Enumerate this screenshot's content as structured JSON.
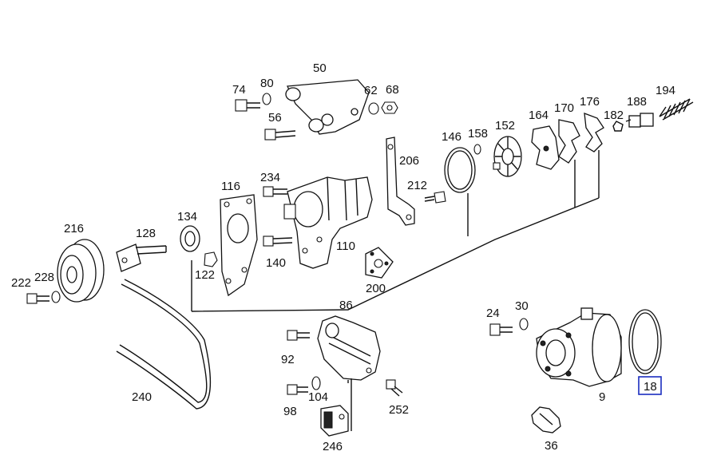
{
  "diagram": {
    "parts": [
      {
        "id": "p50",
        "label": "50"
      },
      {
        "id": "p74",
        "label": "74"
      },
      {
        "id": "p80",
        "label": "80"
      },
      {
        "id": "p62",
        "label": "62"
      },
      {
        "id": "p68",
        "label": "68"
      },
      {
        "id": "p56",
        "label": "56"
      },
      {
        "id": "p146",
        "label": "146"
      },
      {
        "id": "p158",
        "label": "158"
      },
      {
        "id": "p152",
        "label": "152"
      },
      {
        "id": "p164",
        "label": "164"
      },
      {
        "id": "p170",
        "label": "170"
      },
      {
        "id": "p176",
        "label": "176"
      },
      {
        "id": "p182",
        "label": "182"
      },
      {
        "id": "p188",
        "label": "188"
      },
      {
        "id": "p194",
        "label": "194"
      },
      {
        "id": "p206",
        "label": "206"
      },
      {
        "id": "p212",
        "label": "212"
      },
      {
        "id": "p116",
        "label": "116"
      },
      {
        "id": "p234",
        "label": "234"
      },
      {
        "id": "p134",
        "label": "134"
      },
      {
        "id": "p216",
        "label": "216"
      },
      {
        "id": "p128",
        "label": "128"
      },
      {
        "id": "p110",
        "label": "110"
      },
      {
        "id": "p140",
        "label": "140"
      },
      {
        "id": "p122",
        "label": "122"
      },
      {
        "id": "p200",
        "label": "200"
      },
      {
        "id": "p222",
        "label": "222"
      },
      {
        "id": "p228",
        "label": "228"
      },
      {
        "id": "p86",
        "label": "86"
      },
      {
        "id": "p24",
        "label": "24"
      },
      {
        "id": "p30",
        "label": "30"
      },
      {
        "id": "p92",
        "label": "92"
      },
      {
        "id": "p240",
        "label": "240"
      },
      {
        "id": "p104",
        "label": "104"
      },
      {
        "id": "p98",
        "label": "98"
      },
      {
        "id": "p252",
        "label": "252"
      },
      {
        "id": "p9",
        "label": "9"
      },
      {
        "id": "p18",
        "label": "18"
      },
      {
        "id": "p246",
        "label": "246"
      },
      {
        "id": "p36",
        "label": "36"
      }
    ],
    "highlighted": "18",
    "colors": {
      "line": "#111111",
      "highlight": "#1a2dbf"
    }
  }
}
